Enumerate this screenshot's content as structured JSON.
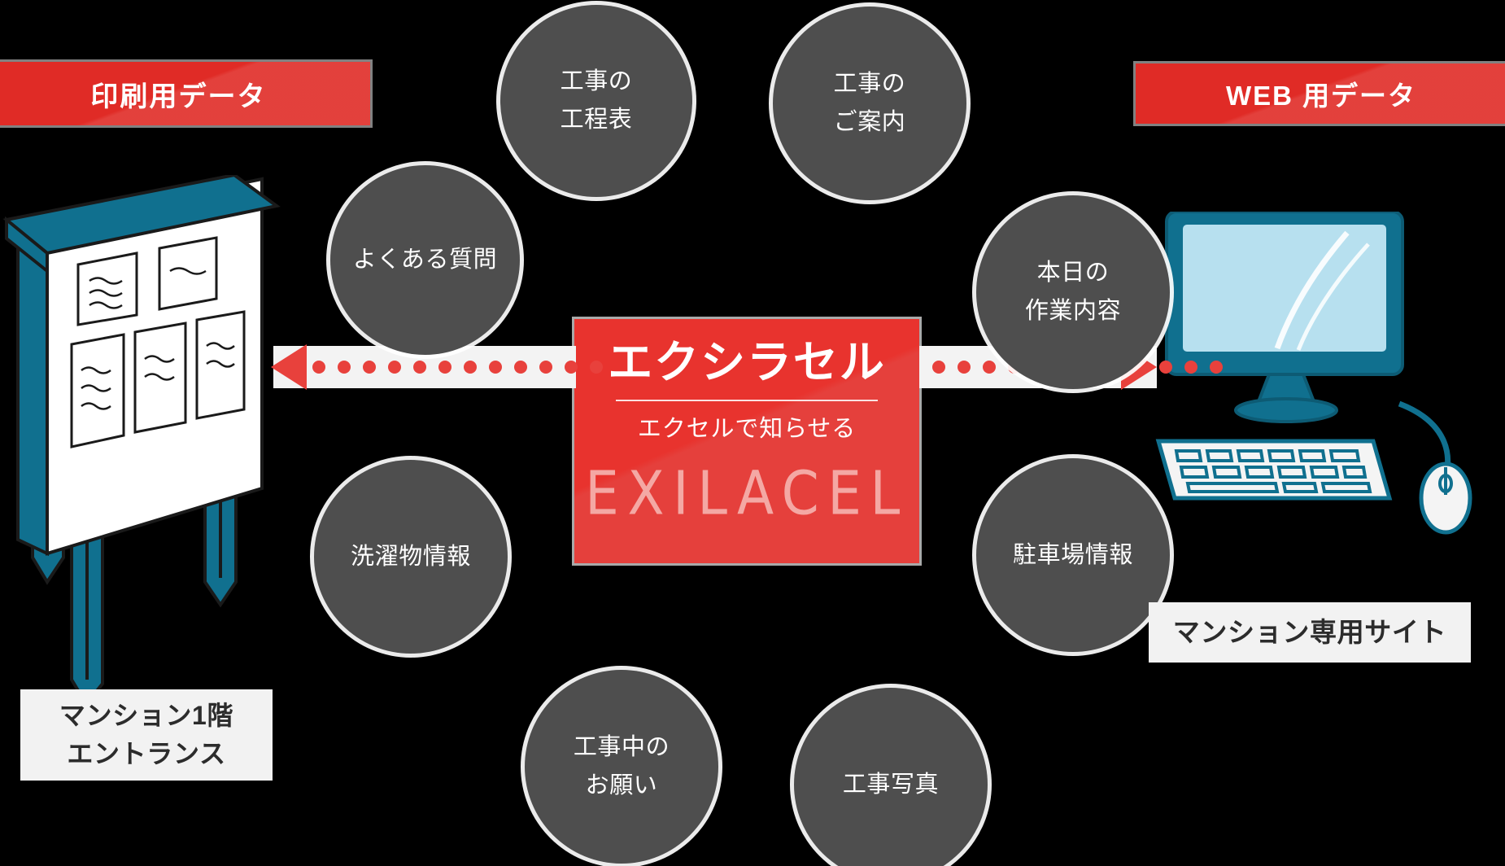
{
  "banners": {
    "left": {
      "label": "印刷用データ"
    },
    "right": {
      "label": "WEB 用データ"
    }
  },
  "logo": {
    "title": "エクシラセル",
    "subtitle": "エクセルで知らせる",
    "wordmark": "EXILACEL",
    "background_color": "#e8332e",
    "wordmark_color": "#f4a8a4"
  },
  "bubbles": [
    {
      "name": "construction-schedule",
      "lines": [
        "工事の",
        "工程表"
      ]
    },
    {
      "name": "construction-notice",
      "lines": [
        "工事の",
        "ご案内"
      ]
    },
    {
      "name": "faq",
      "lines": [
        "よくある質問"
      ]
    },
    {
      "name": "today-work",
      "lines": [
        "本日の",
        "作業内容"
      ]
    },
    {
      "name": "laundry-info",
      "lines": [
        "洗濯物情報"
      ]
    },
    {
      "name": "parking-info",
      "lines": [
        "駐車場情報"
      ]
    },
    {
      "name": "construction-request",
      "lines": [
        "工事中の",
        "お願い"
      ]
    },
    {
      "name": "construction-photos",
      "lines": [
        "工事写真"
      ]
    }
  ],
  "captions": {
    "left": {
      "lines": [
        "マンション1階",
        "エントランス"
      ]
    },
    "right": {
      "lines": [
        "マンション専用サイト"
      ]
    }
  },
  "arrows": {
    "left": {
      "direction": "left",
      "dot_count": 12,
      "color": "#e8413c"
    },
    "right": {
      "direction": "right",
      "dot_count": 12,
      "color": "#e8413c"
    }
  },
  "illustrations": {
    "signboard": {
      "name": "entrance-signboard-illustration",
      "accent_color": "#10708f"
    },
    "monitor": {
      "name": "desktop-computer-illustration",
      "accent_color": "#10708f"
    }
  },
  "theme": {
    "background": "#000000",
    "bubble_color": "#4e4e4e",
    "banner_color": "#e02b26",
    "caption_bg": "#f2f2f2"
  }
}
